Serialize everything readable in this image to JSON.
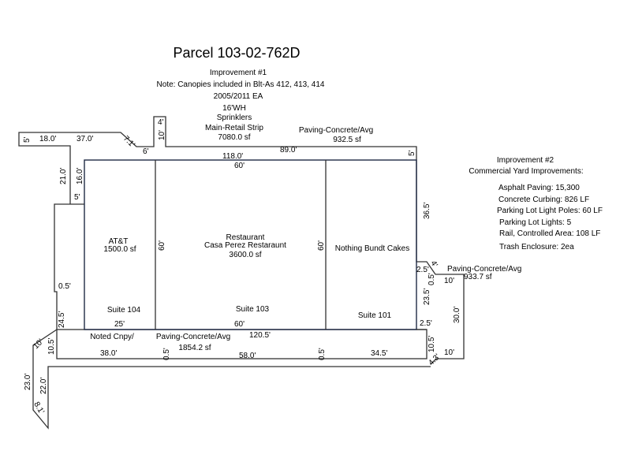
{
  "title": "Parcel 103-02-762D",
  "improvement1": {
    "heading": "Improvement #1",
    "note": "Note: Canopies included in Blt-As 412, 413, 414",
    "years": "2005/2011 EA",
    "height": "16'WH",
    "sprinklers": "Sprinklers",
    "use": "Main-Retail Strip",
    "area": "7080.0 sf"
  },
  "improvement2": {
    "heading": "Improvement #2",
    "subtitle": "Commercial Yard Improvements:",
    "items": [
      "Asphalt Paving: 15,300",
      "Concrete Curbing: 826 LF",
      "Parking Lot Light Poles: 60 LF",
      "Parking Lot Lights: 5",
      "Rail, Controlled Area: 108 LF",
      "Trash Enclosure: 2ea"
    ]
  },
  "areas": {
    "paving_top": {
      "label": "Paving-Concrete/Avg",
      "area": "932.5 sf"
    },
    "paving_right": {
      "label": "Paving-Concrete/Avg",
      "area": "933.7 sf"
    },
    "paving_bottom": {
      "label": "Paving-Concrete/Avg",
      "area": "1854.2 sf"
    },
    "noted_canopy": "Noted Cnpy/",
    "att": {
      "name": "AT&T",
      "area": "1500.0 sf",
      "suite": "Suite 104"
    },
    "restaurant": {
      "name": "Restaurant",
      "tenant": "Casa Perez Restaraunt",
      "area": "3600.0 sf",
      "suite": "Suite 103"
    },
    "bundt": {
      "name": "Nothing Bundt Cakes",
      "suite": "Suite 101"
    }
  },
  "dimensions": {
    "d5a": "5'",
    "d18": "18.0'",
    "d37": "37.0'",
    "d71": "7.1'",
    "d6": "6'",
    "d4": "4'",
    "d10a": "10'",
    "d89": "89.0'",
    "d5b": "5'",
    "d118": "118.0'",
    "d60a": "60'",
    "d21": "21.0'",
    "d16": "16.0'",
    "d5c": "5'",
    "d60b": "60'",
    "d60c": "60'",
    "d365": "36.5'",
    "d05a": "0.5'",
    "d25a": "2.5'",
    "d05b": "0.5'",
    "d4b": "4'",
    "d10b": "10'",
    "d235": "23.5'",
    "d30": "30.0'",
    "d25b": "2.5'",
    "d25": "25'",
    "d60d": "60'",
    "d1205": "120.5'",
    "d245": "24.5'",
    "d105a": "10.5'",
    "d10c": "10'",
    "d38": "38.0'",
    "d05c": "0.5'",
    "d58": "58.0'",
    "d05d": "0.5'",
    "d345": "34.5'",
    "d105b": "10.5'",
    "d10d": "10'",
    "d43": "4.3'",
    "d23": "23.0'",
    "d22": "22.0'",
    "d81": "8.1'"
  }
}
